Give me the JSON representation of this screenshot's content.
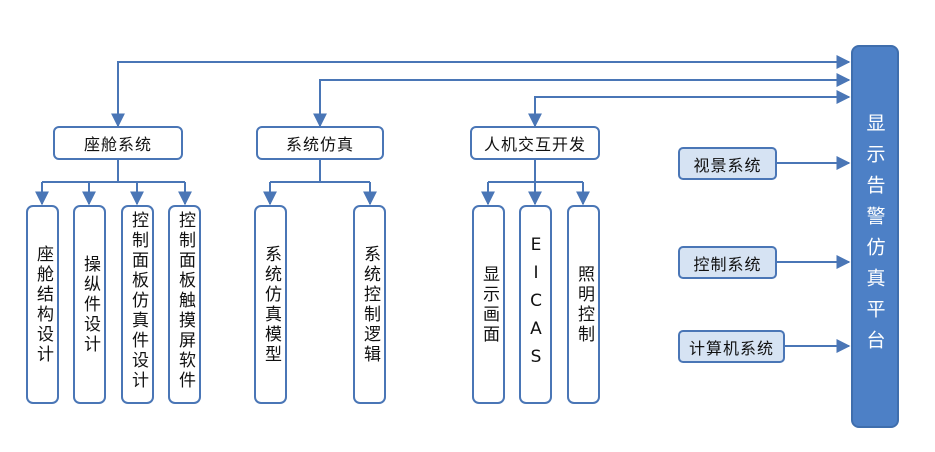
{
  "platform": {
    "label": "显示告警仿真平台"
  },
  "groups": [
    {
      "label": "座舱系统",
      "children": [
        "座舱结构设计",
        "操纵件设计",
        "控制面板仿真件设计",
        "控制面板触摸屏软件"
      ]
    },
    {
      "label": "系统仿真",
      "children": [
        "系统仿真模型",
        "系统控制逻辑"
      ]
    },
    {
      "label": "人机交互开发",
      "children": [
        "显示画面",
        "EICAS",
        "照明控制"
      ]
    }
  ],
  "side_systems": [
    "视景系统",
    "控制系统",
    "计算机系统"
  ],
  "colors": {
    "line": "#4a76b6",
    "platform": "#4d80c6",
    "side_fill": "#d6e3f3"
  }
}
